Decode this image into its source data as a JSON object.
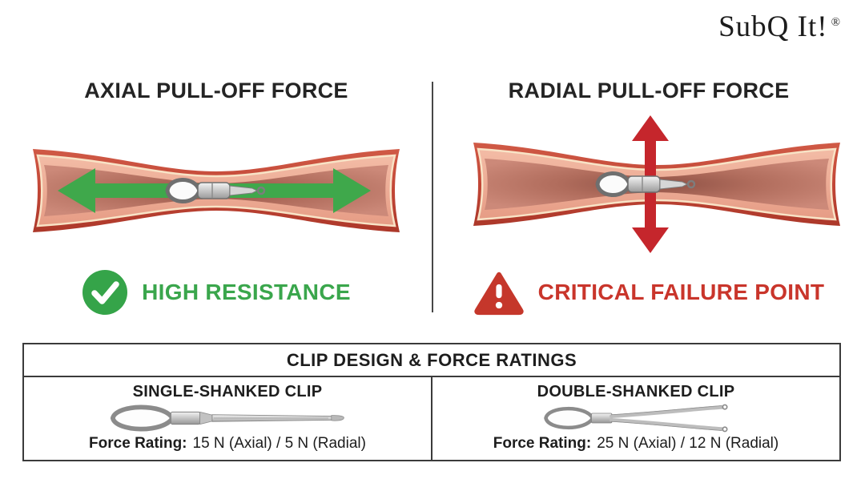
{
  "brand": {
    "name": "SubQ It!",
    "registered_mark": "®"
  },
  "panels": [
    {
      "title": "AXIAL PULL-OFF FORCE",
      "status_label": "HIGH RESISTANCE",
      "status_icon": "check-circle-icon",
      "accent_color": "#3AA64C",
      "arrow_direction": "horizontal",
      "illustration": "blood-vessel-with-clip-and-axial-arrow"
    },
    {
      "title": "RADIAL PULL-OFF FORCE",
      "status_label": "CRITICAL FAILURE POINT",
      "status_icon": "warning-triangle-icon",
      "accent_color": "#C9352B",
      "arrow_direction": "vertical",
      "illustration": "blood-vessel-with-clip-and-radial-arrow"
    }
  ],
  "ratings_table": {
    "title": "CLIP DESIGN & FORCE RATINGS",
    "columns": [
      {
        "name": "SINGLE-SHANKED CLIP",
        "illustration": "single-shanked-clip",
        "force_label": "Force Rating:",
        "force_value": "15 N (Axial) / 5 N (Radial)"
      },
      {
        "name": "DOUBLE-SHANKED CLIP",
        "illustration": "double-shanked-clip",
        "force_label": "Force Rating:",
        "force_value": "25 N (Axial) / 12 N (Radial)"
      }
    ]
  },
  "colors": {
    "background": "#FFFFFF",
    "heading_text": "#242424",
    "green_accent": "#3AA64C",
    "red_accent": "#C9352B",
    "green_arrow": "#3FA84B",
    "red_arrow": "#C5262C",
    "vessel_rim": "#C24636",
    "vessel_wall": "#EFAE97",
    "vessel_lumen": "#B5705F",
    "clip_metal": "#C7C7C7",
    "table_border": "#3B3B3B",
    "panel_divider": "#474747"
  }
}
